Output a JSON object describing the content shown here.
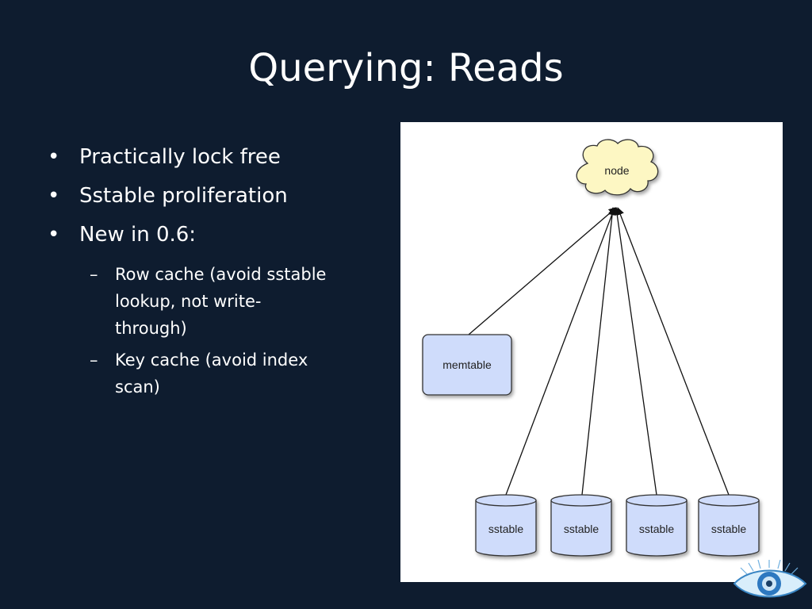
{
  "slide": {
    "title": "Querying: Reads",
    "bullets": [
      {
        "text": "Practically lock free"
      },
      {
        "text": "Sstable proliferation"
      },
      {
        "text": "New in 0.6:"
      }
    ],
    "sub_bullets": [
      {
        "text": "Row cache (avoid sstable lookup, not write-through)"
      },
      {
        "text": "Key cache (avoid index scan)"
      }
    ],
    "bullet_glyph": "•",
    "sub_bullet_glyph": "–"
  },
  "diagram": {
    "node_label": "node",
    "memtable_label": "memtable",
    "sstables": [
      {
        "label": "sstable"
      },
      {
        "label": "sstable"
      },
      {
        "label": "sstable"
      },
      {
        "label": "sstable"
      }
    ]
  },
  "colors": {
    "background": "#0e1c2f",
    "cloud_fill": "#fdf7c3",
    "box_fill": "#cfdcfb"
  },
  "logo_icon": "eye-logo-icon"
}
